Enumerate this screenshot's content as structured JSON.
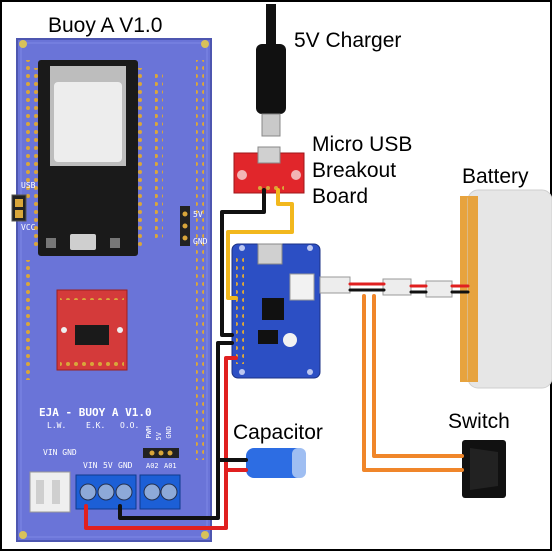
{
  "labels": {
    "board_title": "Buoy A V1.0",
    "charger": "5V Charger",
    "usb_breakout_line1": "Micro USB",
    "usb_breakout_line2": "Breakout",
    "usb_breakout_line3": "Board",
    "battery": "Battery",
    "capacitor": "Capacitor",
    "switch": "Switch"
  },
  "silkscreen": {
    "board_name": "EJA - BUOY A V1.0",
    "initials": [
      "L.W.",
      "E.K.",
      "O.O."
    ],
    "jumper_top": "USB",
    "jumper_bottom": "VCC",
    "header_5v": "5V",
    "header_gnd": "GND",
    "vin_gnd": "VIN GND",
    "terminal_left": [
      "VIN",
      "5V",
      "GND"
    ],
    "pwm_header": [
      "PWM",
      "5V",
      "GND"
    ],
    "motor_pins": [
      "A02",
      "A01"
    ]
  },
  "colors": {
    "border": "#000000",
    "pcb": "#6a74d8",
    "pcb_edge": "#4d56b0",
    "esp32": "#1a1a1a",
    "module_shield": "#ededed",
    "breakout_red": "#e1262b",
    "charger_blue": "#2c4fc4",
    "terminal_blue": "#1c5fd6",
    "battery_body": "#e6e6e6",
    "battery_band": "#e7a33e",
    "capacitor_blue": "#2d6de3",
    "wire_red": "#e02020",
    "wire_black": "#111111",
    "wire_orange": "#f0862a",
    "wire_yellow": "#f2b81d"
  }
}
